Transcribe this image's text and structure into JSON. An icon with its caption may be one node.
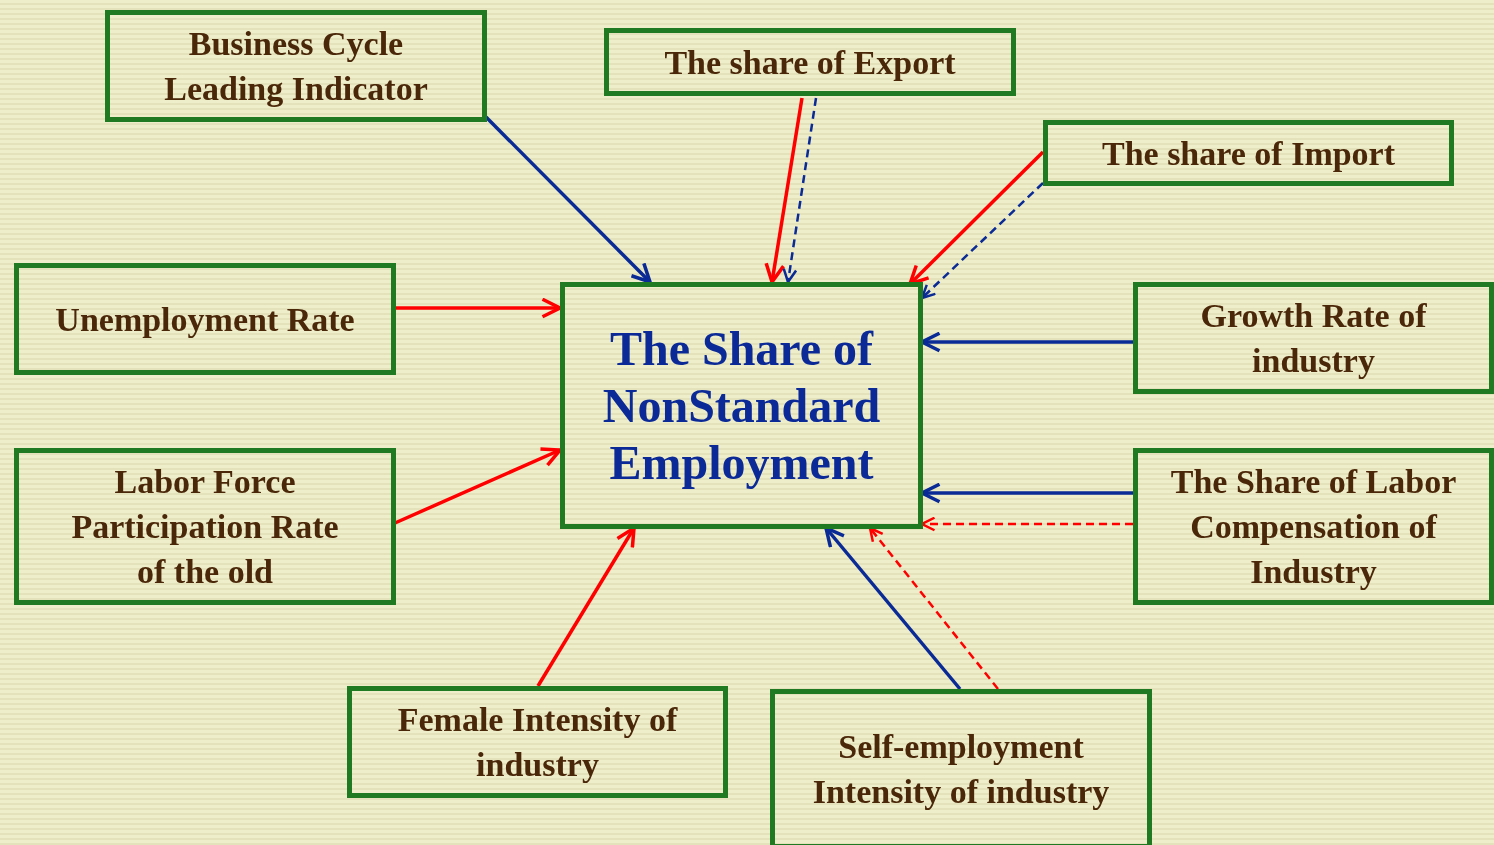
{
  "diagram": {
    "nodes": [
      {
        "text": [
          "The Share of NonStandard Employment"
        ]
      },
      {
        "text": [
          "Business Cycle Leading Indicator"
        ]
      },
      {
        "text": [
          "The share of Export"
        ]
      },
      {
        "text": [
          "The share of Import"
        ]
      },
      {
        "text": [
          "Unemployment Rate"
        ]
      },
      {
        "text": [
          "Growth Rate of industry"
        ]
      },
      {
        "text": [
          "Labor Force Participation Rate of the old"
        ]
      },
      {
        "text": [
          "The Share of Labor Compensation of Industry"
        ]
      },
      {
        "text": [
          "Female Intensity of industry"
        ]
      },
      {
        "text": [
          "Self-employment Intensity of industry"
        ]
      }
    ],
    "edges": [
      {
        "from": 1,
        "to": 0,
        "arrow": "to",
        "color": "#0a2a96"
      },
      {
        "from": 2,
        "to": 0,
        "arrow": "to"
      },
      {
        "from": 2,
        "to": 0,
        "arrow": "to",
        "style": "dashed",
        "color": "#0a2a96"
      },
      {
        "from": 3,
        "to": 0,
        "arrow": "to"
      },
      {
        "from": 3,
        "to": 0,
        "arrow": "to",
        "style": "dashed",
        "color": "#0a2a96"
      },
      {
        "from": 4,
        "to": 0,
        "arrow": "to"
      },
      {
        "from": 5,
        "to": 0,
        "arrow": "to",
        "color": "#0a2a96"
      },
      {
        "from": 6,
        "to": 0,
        "arrow": "to"
      },
      {
        "from": 7,
        "to": 0,
        "arrow": "to",
        "color": "#0a2a96"
      },
      {
        "from": 7,
        "to": 0,
        "arrow": "to",
        "style": "dashed"
      },
      {
        "from": 8,
        "to": 0,
        "arrow": "to"
      },
      {
        "from": 9,
        "to": 0,
        "arrow": "to",
        "color": "#0a2a96"
      },
      {
        "from": 9,
        "to": 0,
        "arrow": "to",
        "style": "dashed"
      }
    ]
  }
}
